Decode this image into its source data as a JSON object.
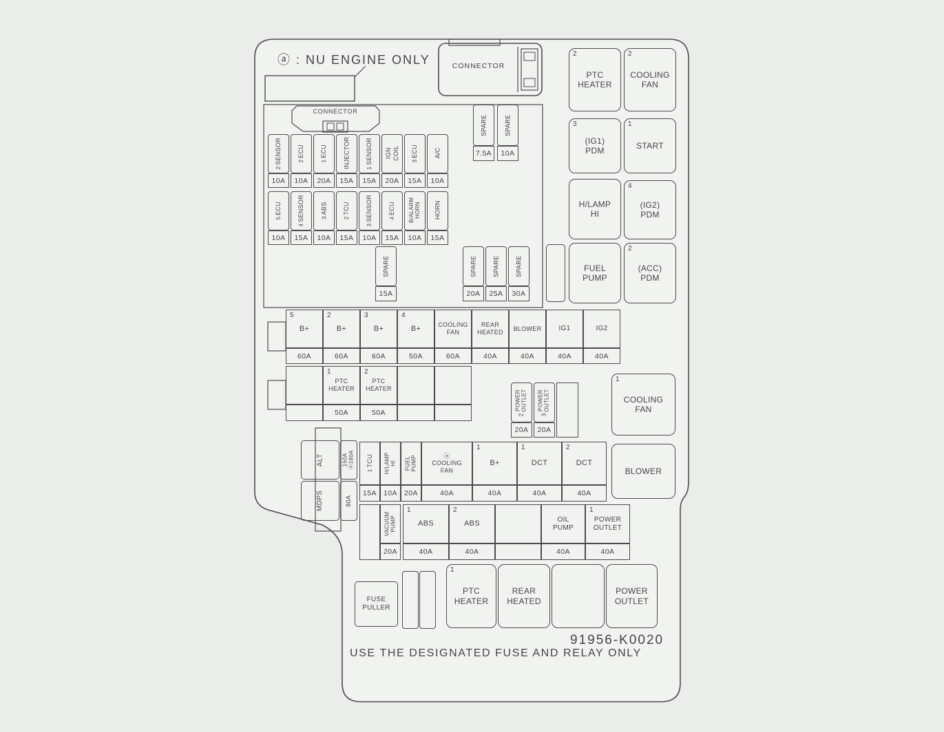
{
  "colors": {
    "background": "#eaedea",
    "panel": "#f1f3f0",
    "line": "#4b4b4b",
    "text": "#444444"
  },
  "notes": {
    "engine_note": "ⓐ : NU ENGINE ONLY",
    "part_number": "91956-K0020",
    "footer": "USE THE DESIGNATED FUSE AND RELAY ONLY"
  },
  "connector_top": {
    "label": "CONNECTOR"
  },
  "connector_inner": {
    "label": "CONNECTOR"
  },
  "row1": [
    {
      "num": "2",
      "name": "SENSOR",
      "rating": "10A"
    },
    {
      "num": "2",
      "name": "ECU",
      "rating": "10A"
    },
    {
      "num": "1",
      "name": "ECU",
      "rating": "20A"
    },
    {
      "num": "",
      "name": "INJECTOR",
      "rating": "15A"
    },
    {
      "num": "1",
      "name": "SENSOR",
      "rating": "15A"
    },
    {
      "num": "",
      "name": "IGN COIL",
      "rating": "20A"
    },
    {
      "num": "3",
      "name": "ECU",
      "rating": "15A"
    },
    {
      "num": "",
      "name": "A/C",
      "rating": "10A"
    }
  ],
  "row2": [
    {
      "num": "5",
      "name": "ECU",
      "rating": "10A"
    },
    {
      "num": "4",
      "name": "SENSOR",
      "rating": "15A"
    },
    {
      "num": "3",
      "name": "ABS",
      "rating": "10A"
    },
    {
      "num": "2",
      "name": "TCU",
      "rating": "15A"
    },
    {
      "num": "3",
      "name": "SENSOR",
      "rating": "10A"
    },
    {
      "num": "4",
      "name": "ECU",
      "rating": "15A"
    },
    {
      "num": "",
      "name": "B/ALARM\nHORN",
      "rating": "10A"
    },
    {
      "num": "",
      "name": "HORN",
      "rating": "15A"
    }
  ],
  "spares_top": [
    {
      "name": "SPARE",
      "rating": "7.5A"
    },
    {
      "name": "SPARE",
      "rating": "10A"
    }
  ],
  "spare_mid": {
    "name": "SPARE",
    "rating": "15A"
  },
  "spares_bottom": [
    {
      "name": "SPARE",
      "rating": "20A"
    },
    {
      "name": "SPARE",
      "rating": "25A"
    },
    {
      "name": "SPARE",
      "rating": "30A"
    }
  ],
  "relays": {
    "ptc_heater2": {
      "num": "2",
      "label": "PTC\nHEATER"
    },
    "cooling_fan2": {
      "num": "2",
      "label": "COOLING\nFAN"
    },
    "ig1_pdm": {
      "num": "3",
      "label": "(IG1)\nPDM"
    },
    "start": {
      "num": "1",
      "label": "START"
    },
    "hlamp_hi": {
      "num": "",
      "label": "H/LAMP\nHI"
    },
    "ig2_pdm": {
      "num": "4",
      "label": "(IG2)\nPDM"
    },
    "fuel_pump": {
      "num": "",
      "label": "FUEL\nPUMP"
    },
    "acc_pdm": {
      "num": "2",
      "label": "(ACC)\nPDM"
    },
    "cooling_fan1": {
      "num": "1",
      "label": "COOLING\nFAN"
    },
    "blower": {
      "num": "",
      "label": "BLOWER"
    }
  },
  "big_row": [
    {
      "num": "5",
      "label": "B+",
      "rating": "60A"
    },
    {
      "num": "2",
      "label": "B+",
      "rating": "60A"
    },
    {
      "num": "3",
      "label": "B+",
      "rating": "60A"
    },
    {
      "num": "4",
      "label": "B+",
      "rating": "50A"
    },
    {
      "num": "",
      "label": "COOLING\nFAN",
      "rating": "60A"
    },
    {
      "num": "",
      "label": "REAR\nHEATED",
      "rating": "40A"
    },
    {
      "num": "",
      "label": "BLOWER",
      "rating": "40A"
    },
    {
      "num": "",
      "label": "IG1",
      "rating": "40A"
    },
    {
      "num": "",
      "label": "IG2",
      "rating": "40A"
    }
  ],
  "ptc_row": [
    {
      "num": "",
      "label": "",
      "rating": ""
    },
    {
      "num": "1",
      "label": "PTC\nHEATER",
      "rating": "50A"
    },
    {
      "num": "2",
      "label": "PTC\nHEATER",
      "rating": "50A"
    },
    {
      "num": "",
      "label": "",
      "rating": ""
    },
    {
      "num": "",
      "label": "",
      "rating": ""
    }
  ],
  "outlet_pair": [
    {
      "num": "2",
      "name": "POWER\nOUTLET",
      "rating": "20A"
    },
    {
      "num": "3",
      "name": "POWER\nOUTLET",
      "rating": "20A"
    }
  ],
  "alt_cluster": {
    "alt": "ALT",
    "alt_rating": "150A\nⓐ180A",
    "mdps": "MDPS",
    "mdps_rating": "80A"
  },
  "mid_row": [
    {
      "num": "1",
      "name": "TCU",
      "rating": "15A"
    },
    {
      "num": "",
      "name": "H/LAMP\nHI",
      "rating": "10A"
    },
    {
      "num": "",
      "name": "FUEL\nPUMP",
      "rating": "20A"
    },
    {
      "num": "",
      "name": "ⓐ\nCOOLING\nFAN",
      "rating": "40A"
    },
    {
      "num": "1",
      "name": "B+",
      "rating": "40A"
    },
    {
      "num": "1",
      "name": "DCT",
      "rating": "40A"
    },
    {
      "num": "2",
      "name": "DCT",
      "rating": "40A"
    }
  ],
  "abs_row": [
    {
      "num": "",
      "name": "VACUUM\nPUMP",
      "rating": "20A"
    },
    {
      "num": "1",
      "name": "ABS",
      "rating": "40A"
    },
    {
      "num": "2",
      "name": "ABS",
      "rating": "40A"
    },
    {
      "num": "",
      "name": "",
      "rating": ""
    },
    {
      "num": "",
      "name": "OIL\nPUMP",
      "rating": "40A"
    },
    {
      "num": "1",
      "name": "POWER\nOUTLET",
      "rating": "40A"
    }
  ],
  "bottom_row": {
    "fuse_puller": "FUSE\nPULLER",
    "ptc_heater1": {
      "num": "1",
      "label": "PTC\nHEATER"
    },
    "rear_heated": "REAR\nHEATED",
    "power_outlet": "POWER\nOUTLET"
  }
}
